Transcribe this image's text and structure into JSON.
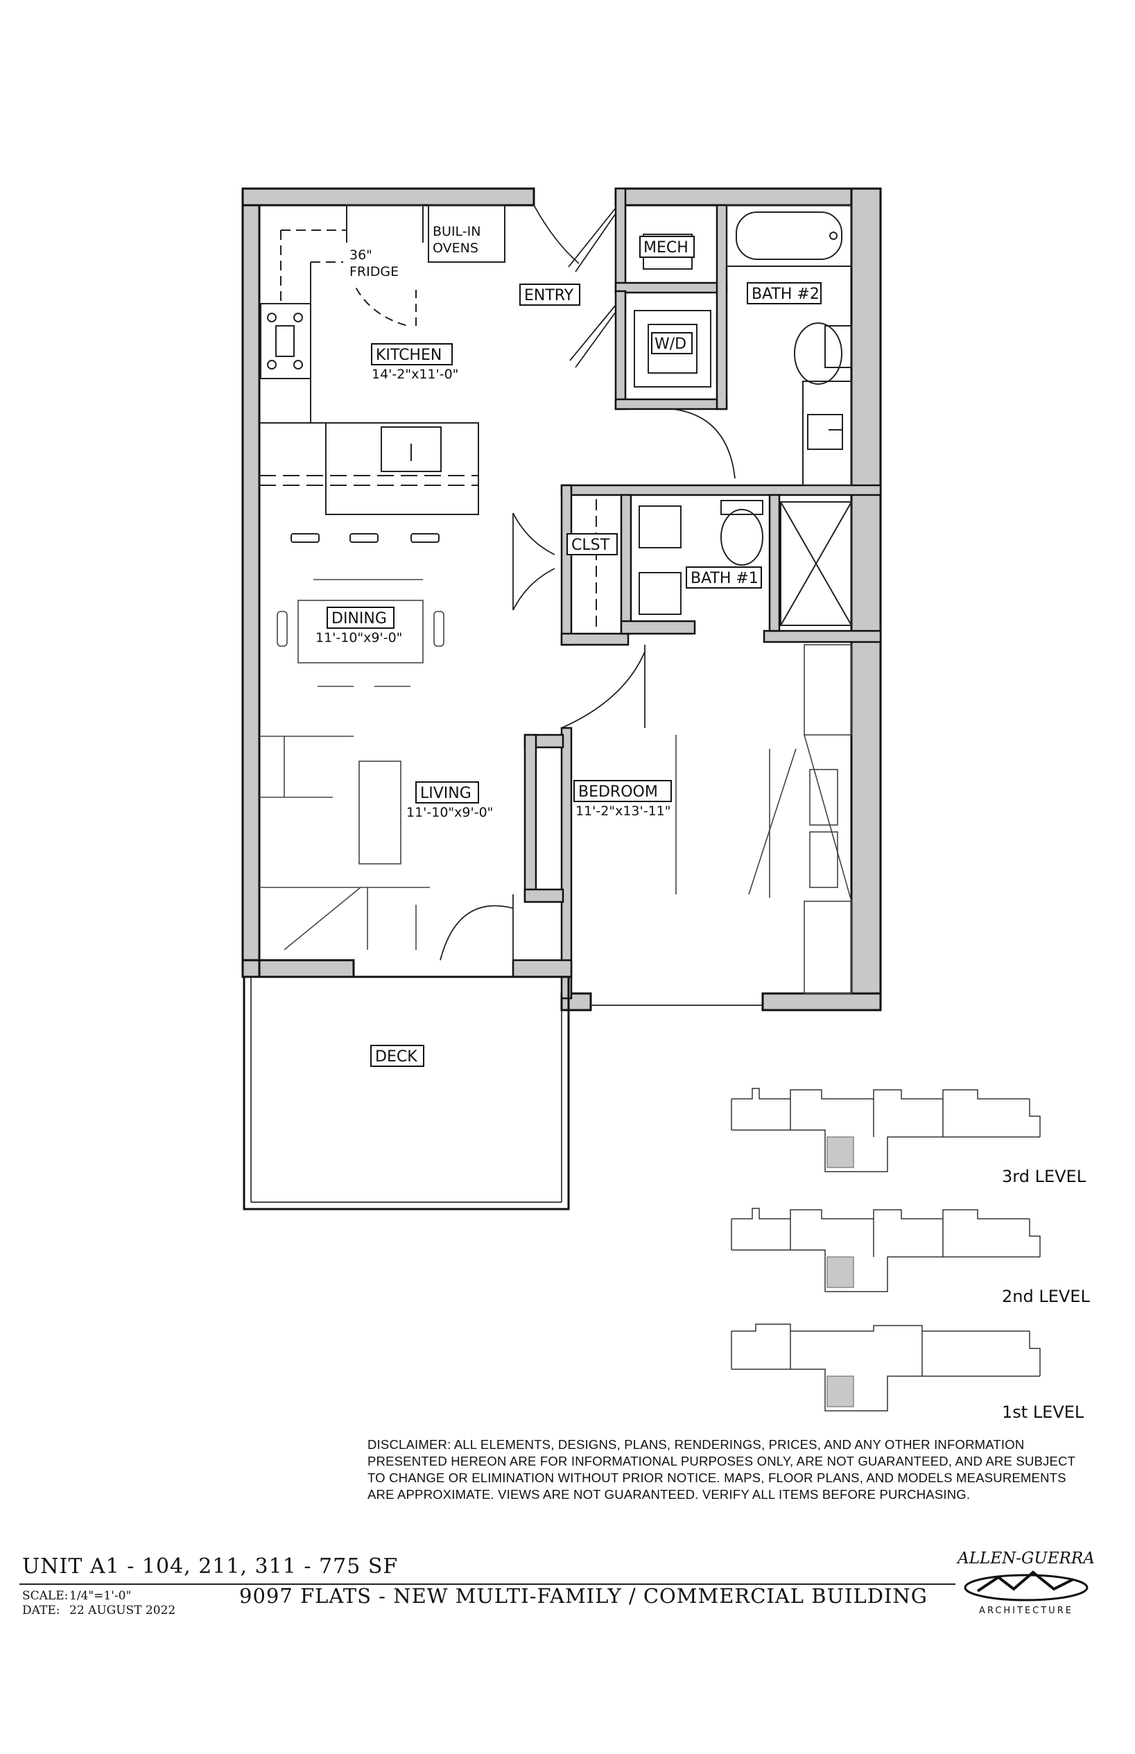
{
  "rooms": {
    "kitchen": {
      "name": "KITCHEN",
      "dims": "14'-2\"x11'-0\""
    },
    "dining": {
      "name": "DINING",
      "dims": "11'-10\"x9'-0\""
    },
    "living": {
      "name": "LIVING",
      "dims": "11'-10\"x9'-0\""
    },
    "bedroom": {
      "name": "BEDROOM",
      "dims": "11'-2\"x13'-11\""
    },
    "entry": "ENTRY",
    "mech": "MECH",
    "wd": "W/D",
    "bath2": "BATH #2",
    "bath1": "BATH #1",
    "clst": "CLST",
    "deck": "DECK"
  },
  "appliances": {
    "fridge_line1": "36\"",
    "fridge_line2": "FRIDGE",
    "ovens_line1": "BUIL-IN",
    "ovens_line2": "OVENS"
  },
  "key_plans": [
    {
      "label": "3rd LEVEL"
    },
    {
      "label": "2nd LEVEL"
    },
    {
      "label": "1st LEVEL"
    }
  ],
  "disclaimer": "Disclaimer: All elements, designs, plans, renderings, prices, and any other information presented hereon are for informational purposes only, are not guaranteed, and are subject to change or elimination without prior notice. Maps, floor plans, and models measurements are approximate. Views are not guaranteed. Verify all items before purchasing.",
  "title_block": {
    "unit": "UNIT A1 - 104, 211, 311 - 775 SF",
    "scale_label": "SCALE:",
    "scale_value": "1/4\"=1'-0\"",
    "date_label": "DATE:",
    "date_value": "22 AUGUST 2022",
    "project": "9097 FLATS - NEW MULTI-FAMILY / COMMERCIAL BUILDING"
  },
  "logo": {
    "name": "ALLEN-GUERRA",
    "subtitle": "ARCHITECTURE"
  },
  "colors": {
    "wall_fill": "#c8c8c8",
    "wall_stroke": "#111111",
    "highlight_unit": "#c8c8c8"
  }
}
